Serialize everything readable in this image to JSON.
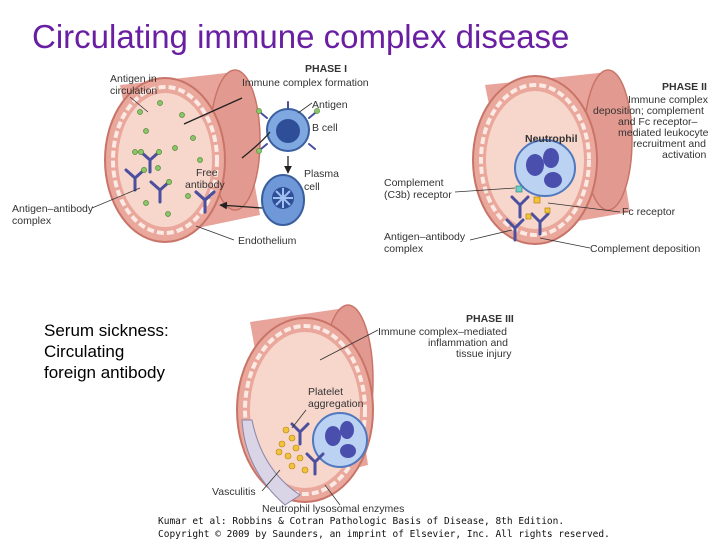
{
  "slide": {
    "title": "Circulating immune complex disease",
    "note_lines": [
      "Serum sickness:",
      "Circulating",
      "foreign antibody"
    ]
  },
  "phase1": {
    "title": "PHASE I",
    "subtitle": [
      "Immune complex formation"
    ],
    "labels": {
      "antigen_in_circulation": [
        "Antigen in",
        "circulation"
      ],
      "antigen": [
        "Antigen"
      ],
      "b_cell": [
        "B cell"
      ],
      "plasma_cell": [
        "Plasma",
        "cell"
      ],
      "free_antibody": [
        "Free",
        "antibody"
      ],
      "antigen_antibody_complex": [
        "Antigen–antibody",
        "complex"
      ],
      "endothelium": [
        "Endothelium"
      ]
    }
  },
  "phase2": {
    "title": "PHASE II",
    "subtitle": [
      "Immune complex",
      "deposition; complement",
      "and Fc receptor–",
      "mediated leukocyte",
      "recruitment and",
      "activation"
    ],
    "labels": {
      "neutrophil": [
        "Neutrophil"
      ],
      "complement_receptor": [
        "Complement",
        "(C3b) receptor"
      ],
      "fc_receptor": [
        "Fc receptor"
      ],
      "antigen_antibody_complex": [
        "Antigen–antibody",
        "complex"
      ],
      "complement_deposition": [
        "Complement deposition"
      ]
    }
  },
  "phase3": {
    "title": "PHASE III",
    "subtitle": [
      "Immune complex–mediated",
      "inflammation and",
      "tissue injury"
    ],
    "labels": {
      "platelet_aggregation": [
        "Platelet",
        "aggregation"
      ],
      "vasculitis": [
        "Vasculitis"
      ],
      "neutrophil_lysosomal_enzymes": [
        "Neutrophil lysosomal enzymes"
      ]
    }
  },
  "citation": {
    "line1": "Kumar et al: Robbins & Cotran Pathologic Basis of Disease, 8th Edition.",
    "line2": "Copyright © 2009 by Saunders, an imprint of Elsevier, Inc. All rights reserved."
  },
  "colors": {
    "title": "#6a1fa3",
    "vessel_outer": "#e8a49a",
    "vessel_inner": "#f7d6cc",
    "vessel_dark": "#c97468",
    "cell_blue": "#4f78bf",
    "antibody": "#4a4f9e",
    "antigen": "#8cc46a",
    "complement": "#f2c23a"
  }
}
